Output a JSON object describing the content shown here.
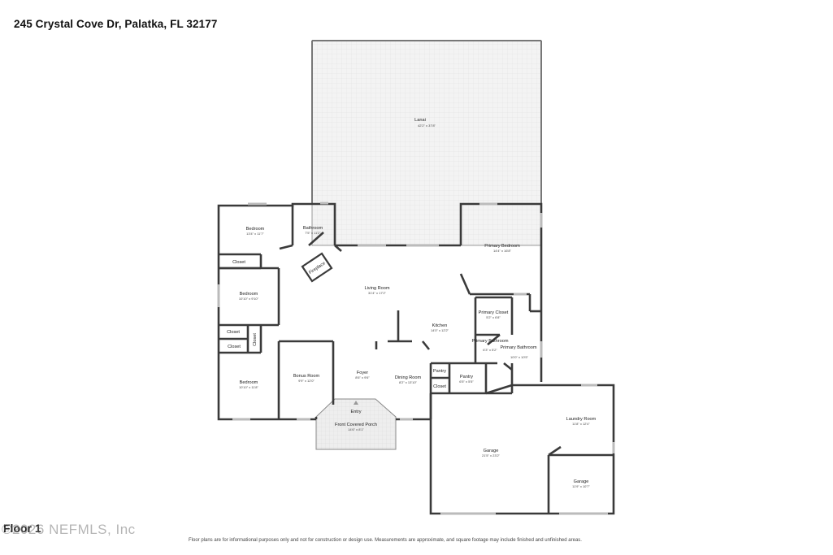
{
  "address": "245 Crystal Cove Dr, Palatka, FL 32177",
  "floor": "Floor 1",
  "watermark": "©2026 NEFMLS, Inc",
  "disclaimer": "Floor plans are for informational purposes only and not for construction or design use. Measurements are approximate, and square footage may include finished and unfinished areas.",
  "rooms": {
    "lanai": {
      "name": "Lanai",
      "dims": "42'2\" x 37'8\""
    },
    "bedroom1": {
      "name": "Bedroom",
      "dims": "13'4\" x 11'7\""
    },
    "bathroom": {
      "name": "Bathroom",
      "dims": "7'5\" x 11'2\""
    },
    "closet1": {
      "name": "Closet"
    },
    "fireplace": {
      "name": "Fireplace"
    },
    "primary_bedroom": {
      "name": "Primary Bedroom",
      "dims": "14'4\" x 16'8\""
    },
    "bedroom2": {
      "name": "Bedroom",
      "dims": "10'10\" x 9'10\""
    },
    "living_room": {
      "name": "Living Room",
      "dims": "31'4\" x 17'2\""
    },
    "primary_closet": {
      "name": "Primary Closet",
      "dims": "5'2\" x 6'8\""
    },
    "kitchen": {
      "name": "Kitchen",
      "dims": "14'0\" x 12'2\""
    },
    "closet2": {
      "name": "Closet"
    },
    "closet3": {
      "name": "Closet"
    },
    "closet4": {
      "name": "Closet"
    },
    "primary_bathroom_small": {
      "name": "Primary Bathroom",
      "dims": "6'3\" x 5'2\""
    },
    "primary_bathroom": {
      "name": "Primary Bathroom",
      "dims": "10'0\" x 10'5\""
    },
    "bedroom3": {
      "name": "Bedroom",
      "dims": "10'10\" x 11'8\""
    },
    "bonus_room": {
      "name": "Bonus Room",
      "dims": "9'9\" x 12'0\""
    },
    "foyer": {
      "name": "Foyer",
      "dims": "8'6\" x 9'6\""
    },
    "dining_room": {
      "name": "Dining Room",
      "dims": "8'2\" x 13'10\""
    },
    "pantry1": {
      "name": "Pantry"
    },
    "pantry2": {
      "name": "Pantry",
      "dims": "6'5\" x 5'5\""
    },
    "closet5": {
      "name": "Closet"
    },
    "entry": {
      "name": "Entry"
    },
    "front_porch": {
      "name": "Front Covered Porch",
      "dims": "14'6\" x 8'1\""
    },
    "laundry_room": {
      "name": "Laundry Room",
      "dims": "11'8\" x 12'4\""
    },
    "garage_main": {
      "name": "Garage",
      "dims": "21'5\" x 23'2\""
    },
    "garage_small": {
      "name": "Garage",
      "dims": "11'9\" x 10'7\""
    }
  }
}
